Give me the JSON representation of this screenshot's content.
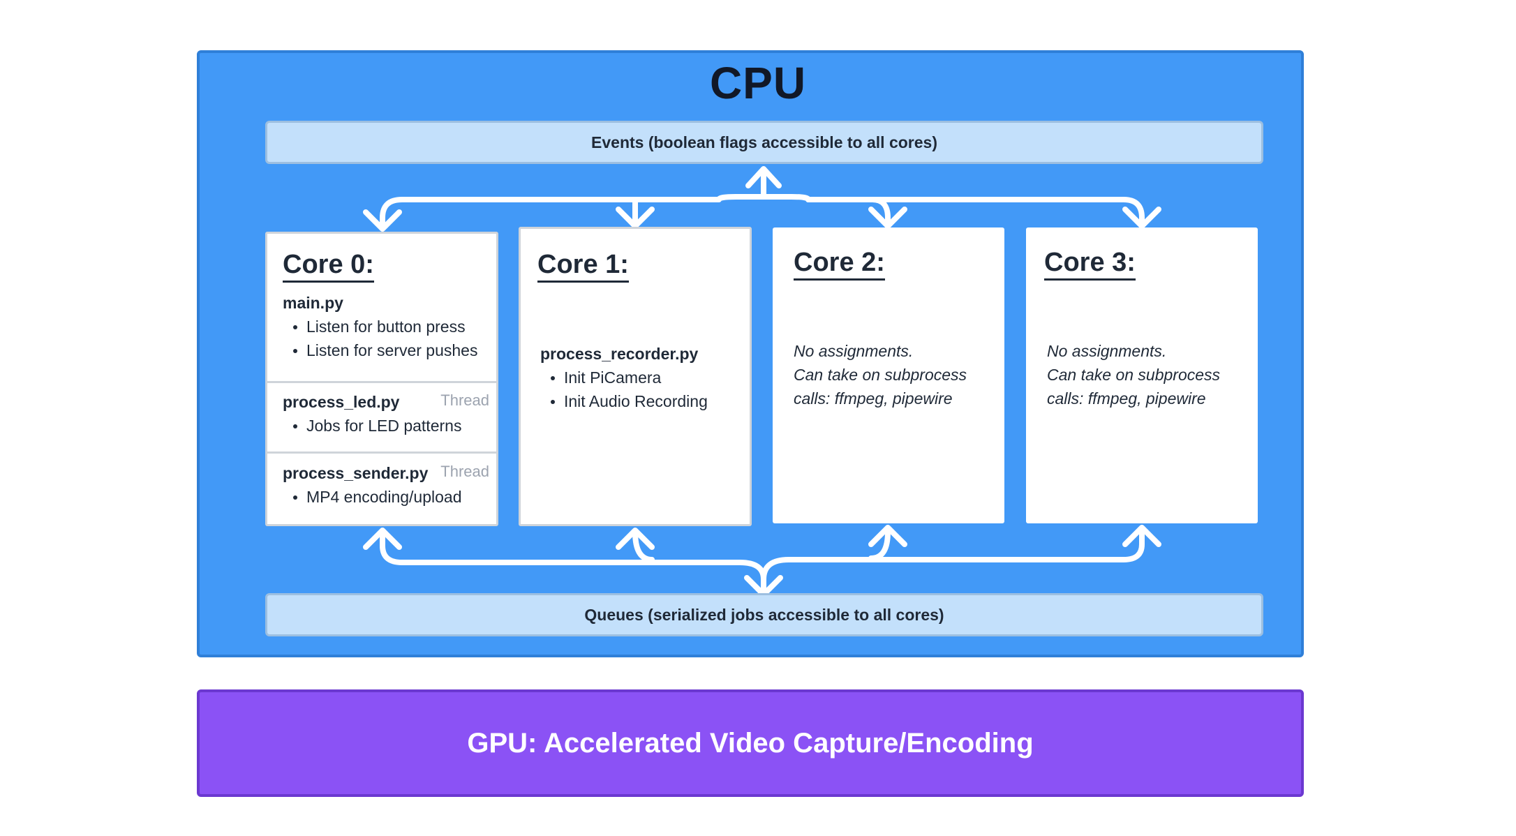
{
  "cpu": {
    "title": "CPU",
    "events_label": "Events (boolean flags accessible to all cores)",
    "queues_label": "Queues (serialized jobs accessible to all cores)"
  },
  "cores": [
    {
      "title": "Core 0:",
      "sections": [
        {
          "file": "main.py",
          "tag": "",
          "bullets": [
            "Listen for button press",
            "Listen for server pushes"
          ]
        },
        {
          "file": "process_led.py",
          "tag": "Thread",
          "bullets": [
            "Jobs for LED patterns"
          ]
        },
        {
          "file": "process_sender.py",
          "tag": "Thread",
          "bullets": [
            "MP4 encoding/upload"
          ]
        }
      ]
    },
    {
      "title": "Core 1:",
      "file": "process_recorder.py",
      "bullets": [
        "Init PiCamera",
        "Init Audio Recording"
      ]
    },
    {
      "title": "Core 2:",
      "note_lines": [
        "No assignments.",
        "Can take on subprocess",
        "calls: ffmpeg, pipewire"
      ]
    },
    {
      "title": "Core 3:",
      "note_lines": [
        "No assignments.",
        "Can take on subprocess",
        "calls: ffmpeg, pipewire"
      ]
    }
  ],
  "gpu": {
    "label": "GPU: Accelerated Video Capture/Encoding"
  },
  "colors": {
    "cpu_fill": "#4299f7",
    "bar_fill": "#c3e0fb",
    "gpu_fill": "#8b52f5",
    "arrow": "#ffffff"
  }
}
